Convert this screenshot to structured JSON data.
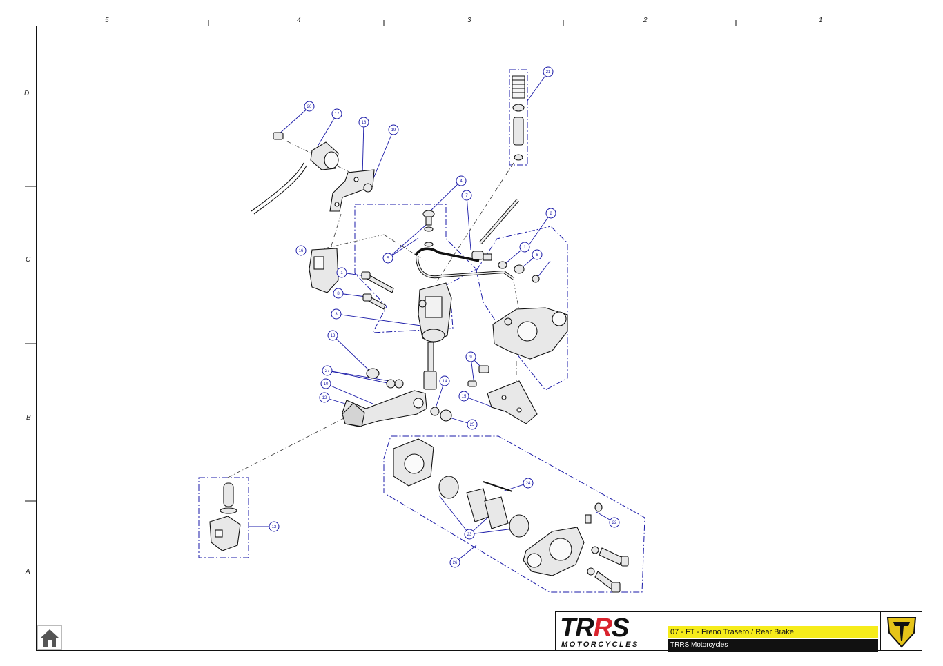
{
  "zones": {
    "columns": [
      "5",
      "4",
      "3",
      "2",
      "1"
    ],
    "rows": [
      "D",
      "C",
      "B",
      "A"
    ]
  },
  "callouts": [
    "20",
    "17",
    "18",
    "19",
    "21",
    "4",
    "7",
    "2",
    "16",
    "5",
    "6",
    "1",
    "1",
    "8",
    "3",
    "13",
    "27",
    "10",
    "9",
    "14",
    "12",
    "15",
    "25",
    "24",
    "22",
    "23",
    "26",
    "12"
  ],
  "title_block": {
    "brand_left": "TR",
    "brand_mid": "R",
    "brand_right": "S",
    "brand_sub": "MOTORCYCLES",
    "drawing_title": "07 - FT - Freno Trasero / Rear Brake",
    "company": "TRRS Motorcycles"
  },
  "colors": {
    "callout": "#1a1aa8",
    "title_bar": "#f6ec1a",
    "brand_accent": "#d9232d",
    "emblem": "#e6c419"
  },
  "icons": {
    "home": "home-icon",
    "emblem": "trrs-shield-icon"
  }
}
